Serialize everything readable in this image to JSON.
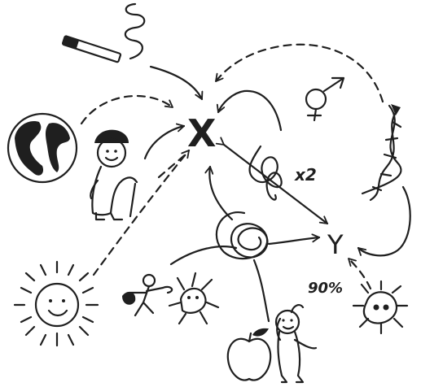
{
  "diagram": {
    "nodes": {
      "x_label": "X",
      "y_label": "Y",
      "multiplier_label": "x2",
      "percent_label": "90%"
    },
    "icons": [
      "cigarette-icon",
      "globe-icon",
      "old-man-icon",
      "sun-icon",
      "gender-symbol-icon",
      "dna-icon",
      "tangle-icon",
      "apple-icon",
      "child-icon",
      "germ-icon",
      "fighting-figures-icon"
    ],
    "colors": {
      "ink": "#1f1f1f",
      "background": "#ffffff"
    }
  }
}
